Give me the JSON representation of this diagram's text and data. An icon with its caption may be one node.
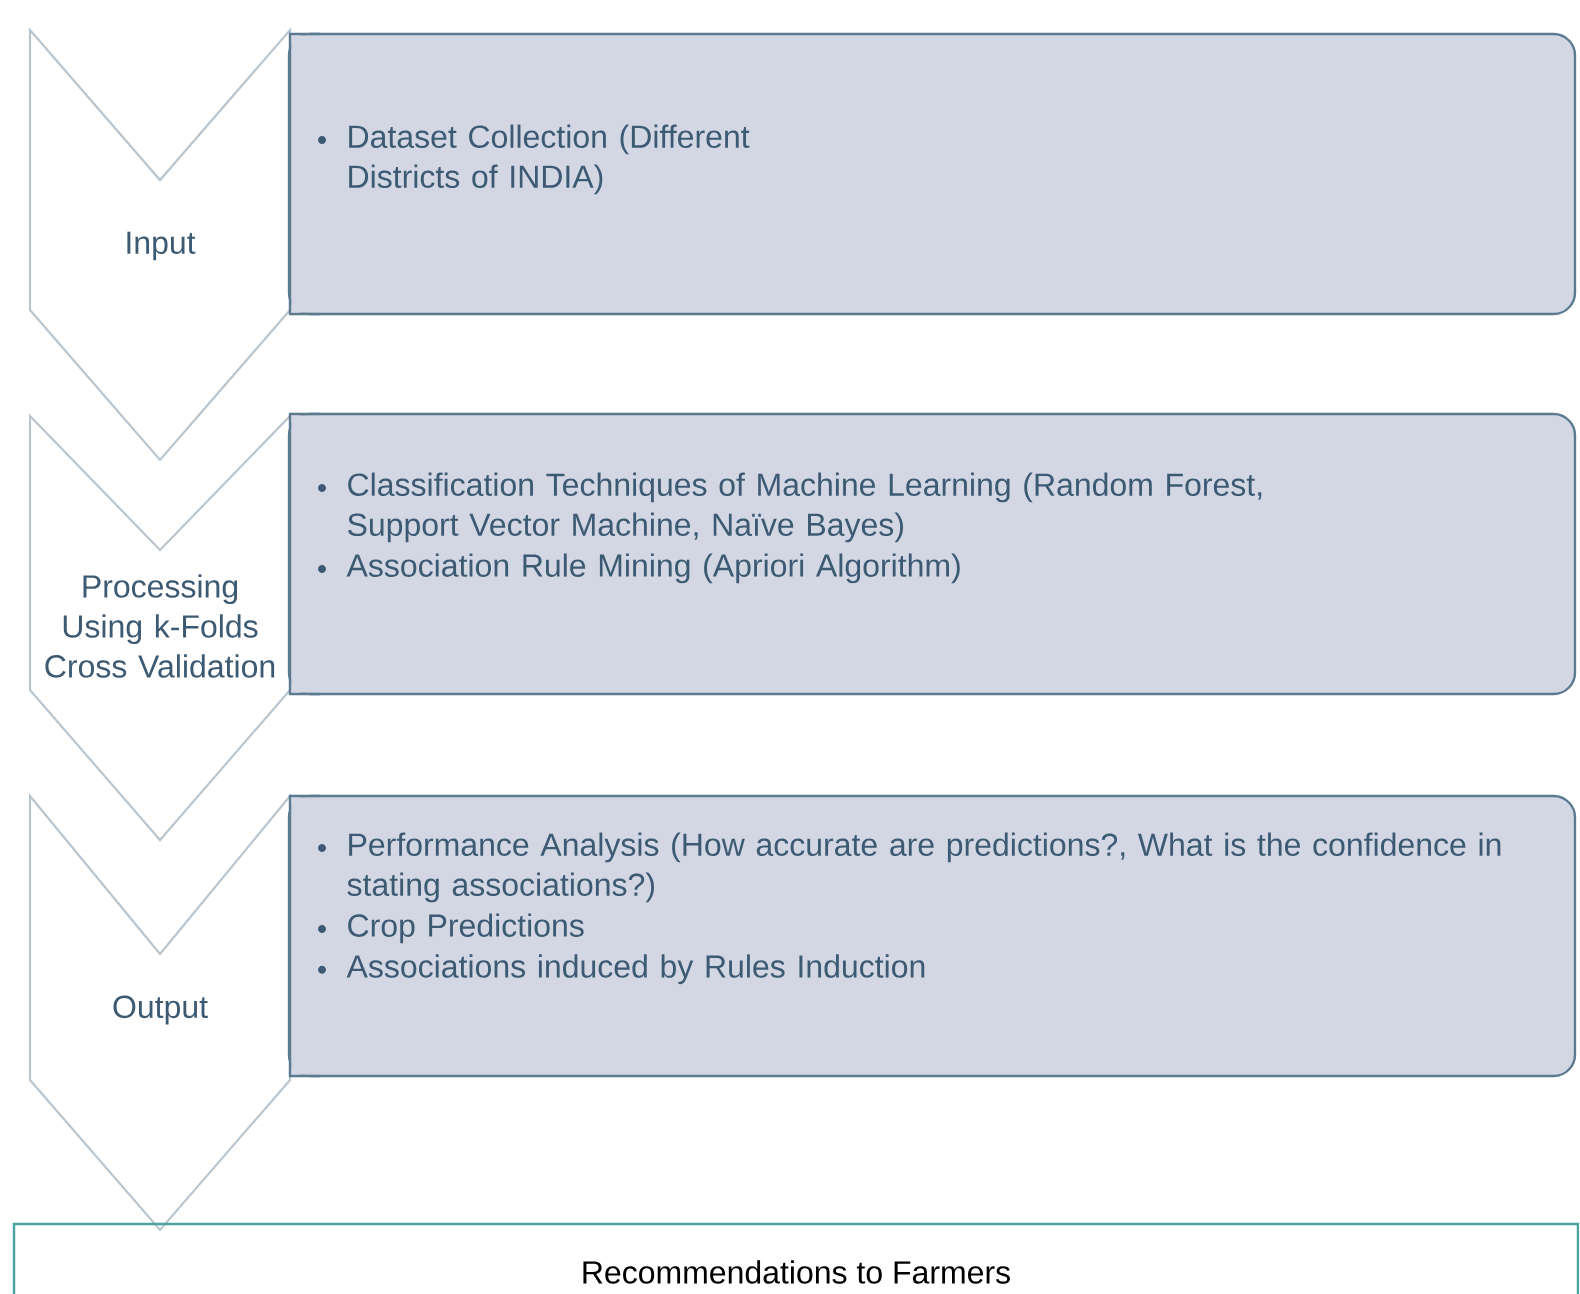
{
  "diagram": {
    "nodes": [
      {
        "text": [
          "Input"
        ]
      },
      {
        "text": [
          "Dataset Collection (Different Districts of INDIA)"
        ]
      },
      {
        "text": [
          "Processing Using k-Folds Cross Validation"
        ]
      },
      {
        "text": [
          "Classification Techniques of Machine Learning (Random Forest, Support Vector Machine, Naïve Bayes)",
          "Association Rule Mining (Apriori Algorithm)"
        ]
      },
      {
        "text": [
          "Output"
        ]
      },
      {
        "text": [
          "Performance Analysis (How accurate are predictions?, What is the confidence in stating associations?)",
          "Crop Predictions",
          "Associations induced by Rules Induction"
        ]
      },
      {
        "text": [
          "Recommendations to Farmers"
        ]
      }
    ]
  }
}
